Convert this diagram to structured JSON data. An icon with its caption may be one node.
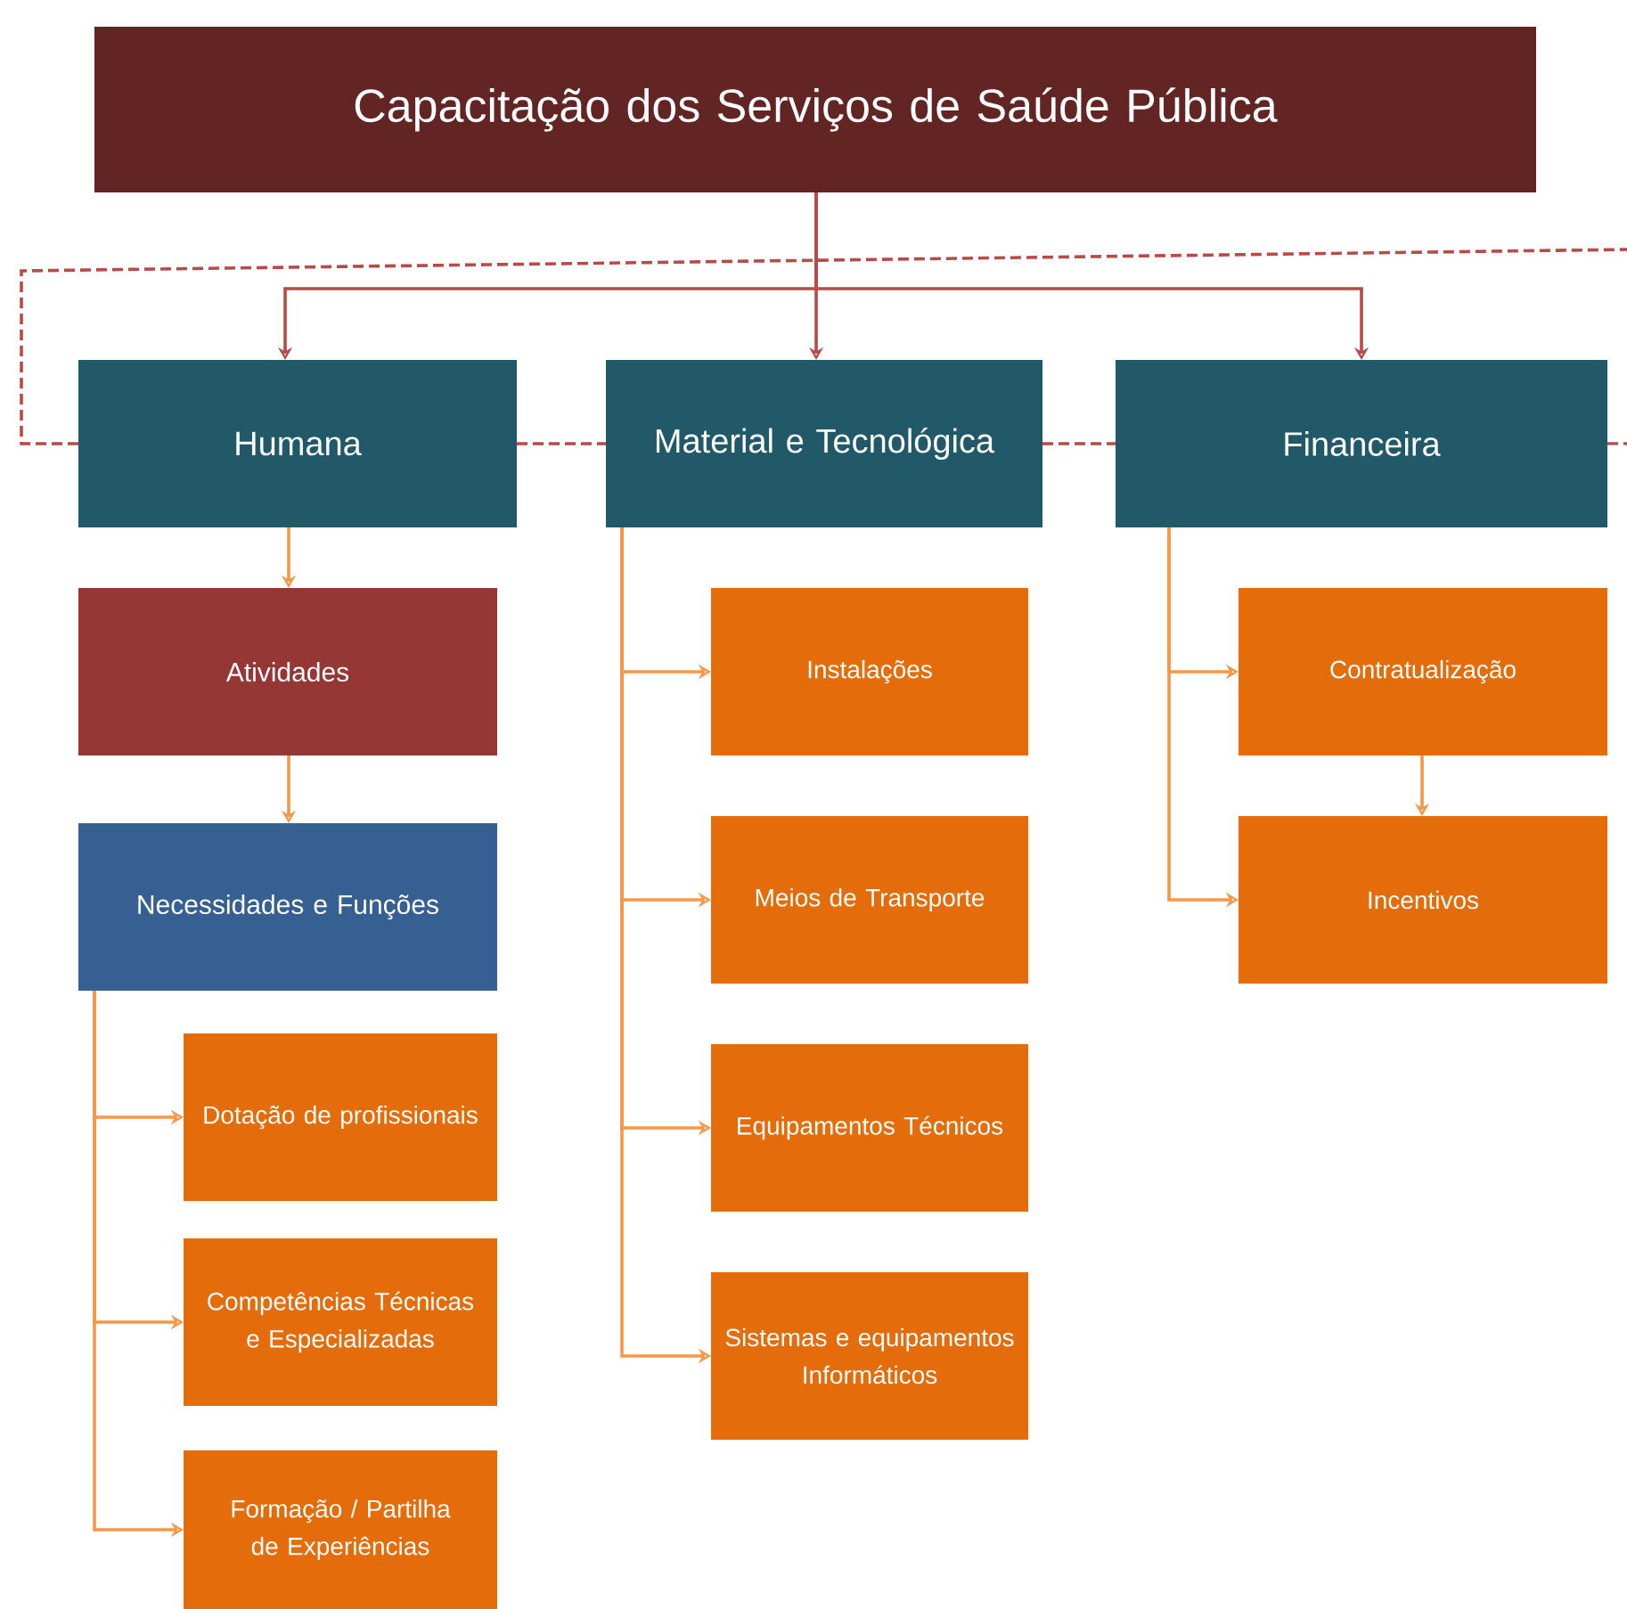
{
  "diagram": {
    "nodes": [
      {
        "text": [
          "Capacitação dos Serviços de Saúde Pública"
        ]
      },
      {
        "text": [
          "Humana"
        ]
      },
      {
        "text": [
          "Material e Tecnológica"
        ]
      },
      {
        "text": [
          "Financeira"
        ]
      },
      {
        "text": [
          "Atividades"
        ]
      },
      {
        "text": [
          "Necessidades e Funções"
        ]
      },
      {
        "text": [
          "Dotação de profissionais"
        ]
      },
      {
        "text": [
          "Competências Técnicas e Especializadas"
        ]
      },
      {
        "text": [
          "Formação / Partilha de Experiências"
        ]
      },
      {
        "text": [
          "Instalações"
        ]
      },
      {
        "text": [
          "Meios de Transporte"
        ]
      },
      {
        "text": [
          "Equipamentos Técnicos"
        ]
      },
      {
        "text": [
          "Sistemas e equipamentos Informáticos"
        ]
      },
      {
        "text": [
          "Contratualização"
        ]
      },
      {
        "text": [
          "Incentivos"
        ]
      }
    ],
    "edges": [
      {
        "from": 0,
        "to": 1,
        "arrow": "to",
        "color": "#b84a47"
      },
      {
        "from": 0,
        "to": 2,
        "arrow": "to",
        "color": "#b84a47"
      },
      {
        "from": 0,
        "to": 3,
        "arrow": "to",
        "color": "#b84a47"
      },
      {
        "from": 1,
        "to": 4,
        "arrow": "to"
      },
      {
        "from": 4,
        "to": 5,
        "arrow": "to"
      },
      {
        "from": 5,
        "to": 6,
        "arrow": "to"
      },
      {
        "from": 5,
        "to": 7,
        "arrow": "to"
      },
      {
        "from": 5,
        "to": 8,
        "arrow": "to"
      },
      {
        "from": 2,
        "to": 9,
        "arrow": "to"
      },
      {
        "from": 2,
        "to": 10,
        "arrow": "to"
      },
      {
        "from": 2,
        "to": 11,
        "arrow": "to"
      },
      {
        "from": 2,
        "to": 12,
        "arrow": "to"
      },
      {
        "from": 3,
        "to": 13,
        "arrow": "to"
      },
      {
        "from": 3,
        "to": 14,
        "arrow": "to"
      },
      {
        "from": 13,
        "to": 14,
        "arrow": "to"
      },
      {
        "from": 1,
        "to": 2,
        "arrow": "none",
        "style": "dashed",
        "color": "#b84a47"
      },
      {
        "from": 2,
        "to": 3,
        "arrow": "none",
        "style": "dashed",
        "color": "#b84a47"
      },
      {
        "from": 3,
        "to": null,
        "arrow": "none",
        "style": "dashed",
        "color": "#b84a47"
      },
      {
        "from": 1,
        "to": null,
        "arrow": "none",
        "style": "dashed",
        "color": "#b84a47"
      }
    ]
  }
}
